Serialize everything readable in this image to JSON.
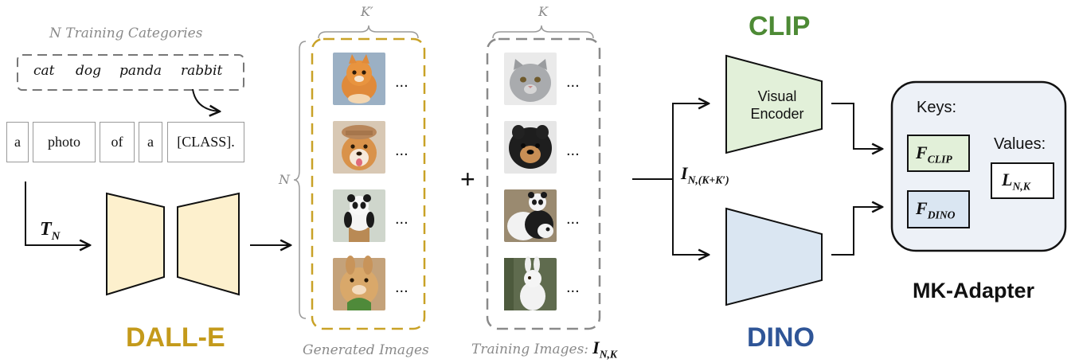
{
  "categories": {
    "title": "N  Training  Categories",
    "items": [
      "cat",
      "dog",
      "panda",
      "rabbit"
    ]
  },
  "prompt": {
    "tokens": [
      "a",
      "photo",
      "of",
      "a",
      "[CLASS]."
    ]
  },
  "text_input_label": {
    "main": "T",
    "sub": "N"
  },
  "dalle": {
    "label": "DALL-E",
    "color": "#c49a1b"
  },
  "generated": {
    "top_brace_label": "K′",
    "side_brace_label": "N",
    "caption": "Generated Images",
    "border_color": "#c9a227",
    "thumbs": [
      "orange-cat-icon",
      "shiba-dog-icon",
      "panda-icon",
      "rabbit-icon"
    ],
    "ellipsis": "..."
  },
  "plus": "+",
  "training": {
    "top_brace_label": "K",
    "caption": "Training Images:",
    "caption_math": {
      "main": "I",
      "sub": "N,K"
    },
    "border_color": "#8a8a8a",
    "thumbs": [
      "grey-cat-icon",
      "black-dog-icon",
      "panda-pair-icon",
      "white-rabbit-icon"
    ],
    "ellipsis": "..."
  },
  "combined_label": {
    "main": "I",
    "sub": "N,(K+K′)"
  },
  "clip": {
    "label": "CLIP",
    "color": "#4d8a35",
    "encoder_line1": "Visual",
    "encoder_line2": "Encoder"
  },
  "dino": {
    "label": "DINO",
    "color": "#2f5597"
  },
  "mk_adapter": {
    "label": "MK-Adapter",
    "keys_label": "Keys:",
    "values_label": "Values:",
    "key_clip": {
      "main": "F",
      "sub": "CLIP"
    },
    "key_dino": {
      "main": "F",
      "sub": "DINO"
    },
    "value": {
      "main": "L",
      "sub": "N,K"
    }
  }
}
